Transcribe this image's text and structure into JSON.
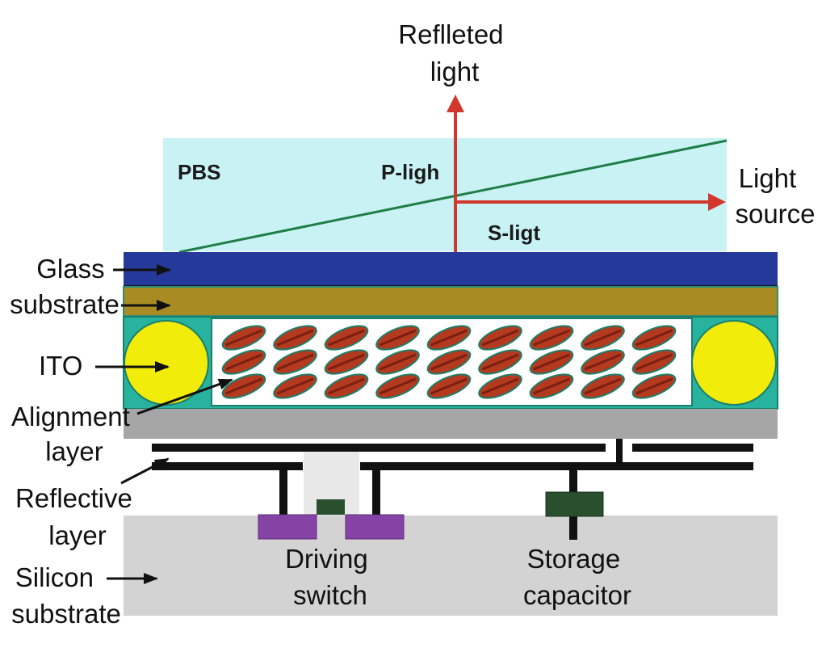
{
  "labels": {
    "reflected_light": [
      "Reflleted",
      "light"
    ],
    "light_source": [
      "Light",
      "source"
    ],
    "pbs": "PBS",
    "p_light": "P-ligh",
    "s_light": "S-ligt",
    "glass_substrate": [
      "Glass",
      "substrate"
    ],
    "ito": "ITO",
    "alignment_layer": [
      "Alignment",
      "layer"
    ],
    "reflective_layer": [
      "Reflective",
      "layer"
    ],
    "silicon_substrate": [
      "Silicon",
      "substrate"
    ],
    "driving_switch": [
      "Driving",
      "switch"
    ],
    "storage_capacitor": [
      "Storage",
      "capacitor"
    ]
  },
  "colors": {
    "pbs_fill": "#c8f2f4",
    "glass_blue": "#25399a",
    "ito_gold": "#a88b23",
    "cell_teal": "#27b39e",
    "spacer_yellow": "#f1ec0a",
    "lc_red": "#b3391f",
    "alignment_gray": "#a6a6a6",
    "silicon_gray": "#d3d3d3",
    "switch_purple": "#8543a6",
    "capacitor_green": "#294f2f",
    "arrow_red": "#d2372b",
    "diagonal_green": "#1f7d47"
  },
  "icons": {
    "arrow": "arrow-right-icon",
    "lc_molecule": "liquid-crystal-molecule-icon",
    "spacer": "spacer-ball-icon"
  }
}
